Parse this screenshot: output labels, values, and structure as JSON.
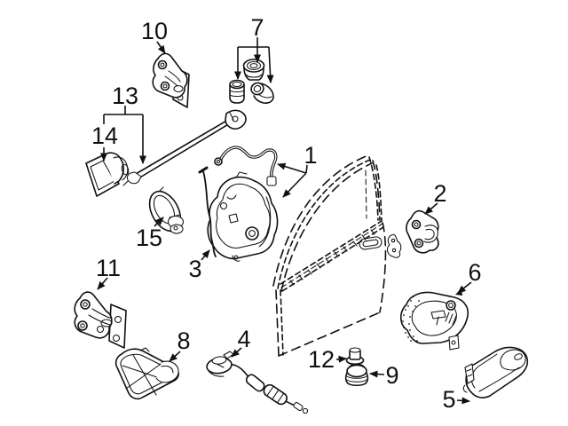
{
  "diagram": {
    "background_color": "#ffffff",
    "line_color": "#111111",
    "callouts": [
      {
        "id": "1",
        "label": "1"
      },
      {
        "id": "2",
        "label": "2"
      },
      {
        "id": "3",
        "label": "3"
      },
      {
        "id": "4",
        "label": "4"
      },
      {
        "id": "5",
        "label": "5"
      },
      {
        "id": "6",
        "label": "6"
      },
      {
        "id": "7",
        "label": "7"
      },
      {
        "id": "8",
        "label": "8"
      },
      {
        "id": "9",
        "label": "9"
      },
      {
        "id": "10",
        "label": "10"
      },
      {
        "id": "11",
        "label": "11"
      },
      {
        "id": "12",
        "label": "12"
      },
      {
        "id": "13",
        "label": "13"
      },
      {
        "id": "14",
        "label": "14"
      },
      {
        "id": "15",
        "label": "15"
      }
    ]
  }
}
